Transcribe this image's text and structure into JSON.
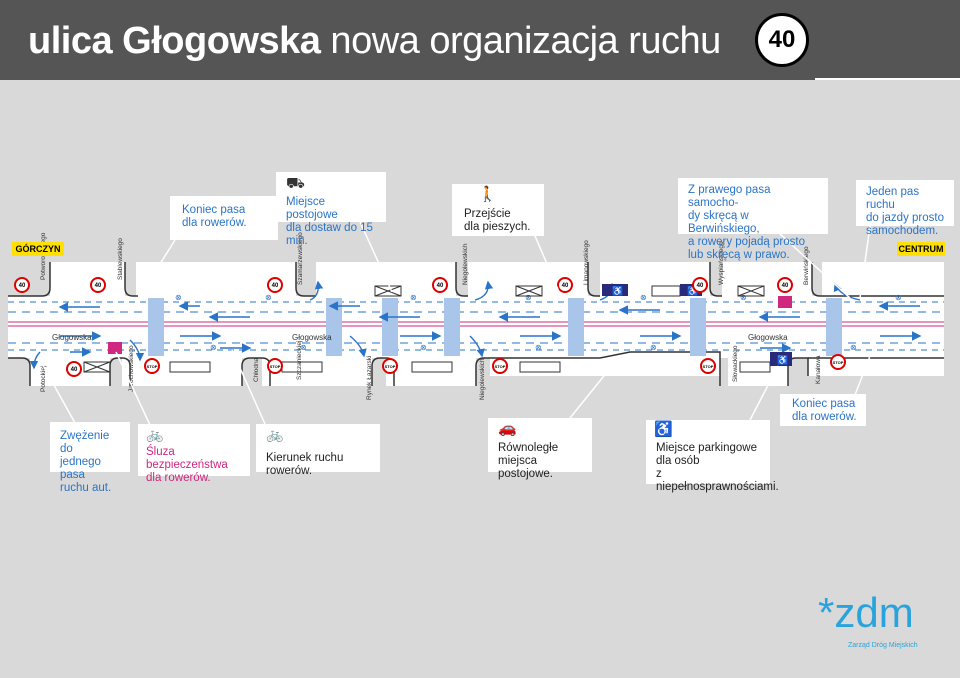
{
  "header": {
    "title_bold": "ulica Głogowska",
    "title_rest": " nowa organizacja ruchu",
    "speed_limit": "40"
  },
  "destinations": {
    "west": "GÓRCZYN",
    "east": "CENTRUM"
  },
  "street_main": "Głogowska",
  "cross_streets_top": [
    "Potworowskiego",
    "Stablewskiego",
    "Szamarzewskiego",
    "Niegolewskich",
    "Limanowskiego",
    "Wyspiańskiego",
    "Berwińskiego"
  ],
  "cross_streets_bottom": [
    "Potockiej",
    "Jarochowskiego",
    "Chłodna",
    "Szczanieckiej",
    "Rynek Łazarski",
    "Niegolewskich",
    "Słowackiego",
    "Kanałowa"
  ],
  "callouts": {
    "end_bike_lane_top": [
      "Koniec pasa",
      "dla rowerów."
    ],
    "delivery_parking": [
      "Miejsce postojowe",
      "dla dostaw do 15 min."
    ],
    "crossing": [
      "Przejście",
      "dla pieszych."
    ],
    "right_turn": [
      "Z prawego pasa samocho-",
      "dy skręcą w Berwińskiego,",
      "a rowery pojadą prosto",
      "lub skręcą w prawo."
    ],
    "one_lane": [
      "Jeden pas ruchu",
      "do jazdy prosto",
      "samochodem."
    ],
    "narrowing": [
      "Zwężenie do",
      "jednego pasa",
      "ruchu aut."
    ],
    "bike_box": [
      "Śluza bezpieczeństwa",
      "dla rowerów."
    ],
    "bike_direction": [
      "Kierunek ruchu rowerów."
    ],
    "parallel_parking": [
      "Równoległe",
      "miejsca postojowe."
    ],
    "disabled_parking": [
      "Miejsce parkingowe",
      "dla osób",
      "z niepełnosprawnościami."
    ],
    "end_bike_lane_bottom": [
      "Koniec pasa",
      "dla rowerów."
    ]
  },
  "signs": {
    "speed": "40",
    "priority": "STOP"
  },
  "colors": {
    "header": "#555555",
    "accent_blue": "#2a74c8",
    "magenta": "#d0277f",
    "destination": "#ffe000",
    "road": "#ffffff",
    "kerb": "#333333"
  },
  "logo": {
    "mark": "*zdm",
    "subtitle": "Zarząd Dróg Miejskich"
  }
}
